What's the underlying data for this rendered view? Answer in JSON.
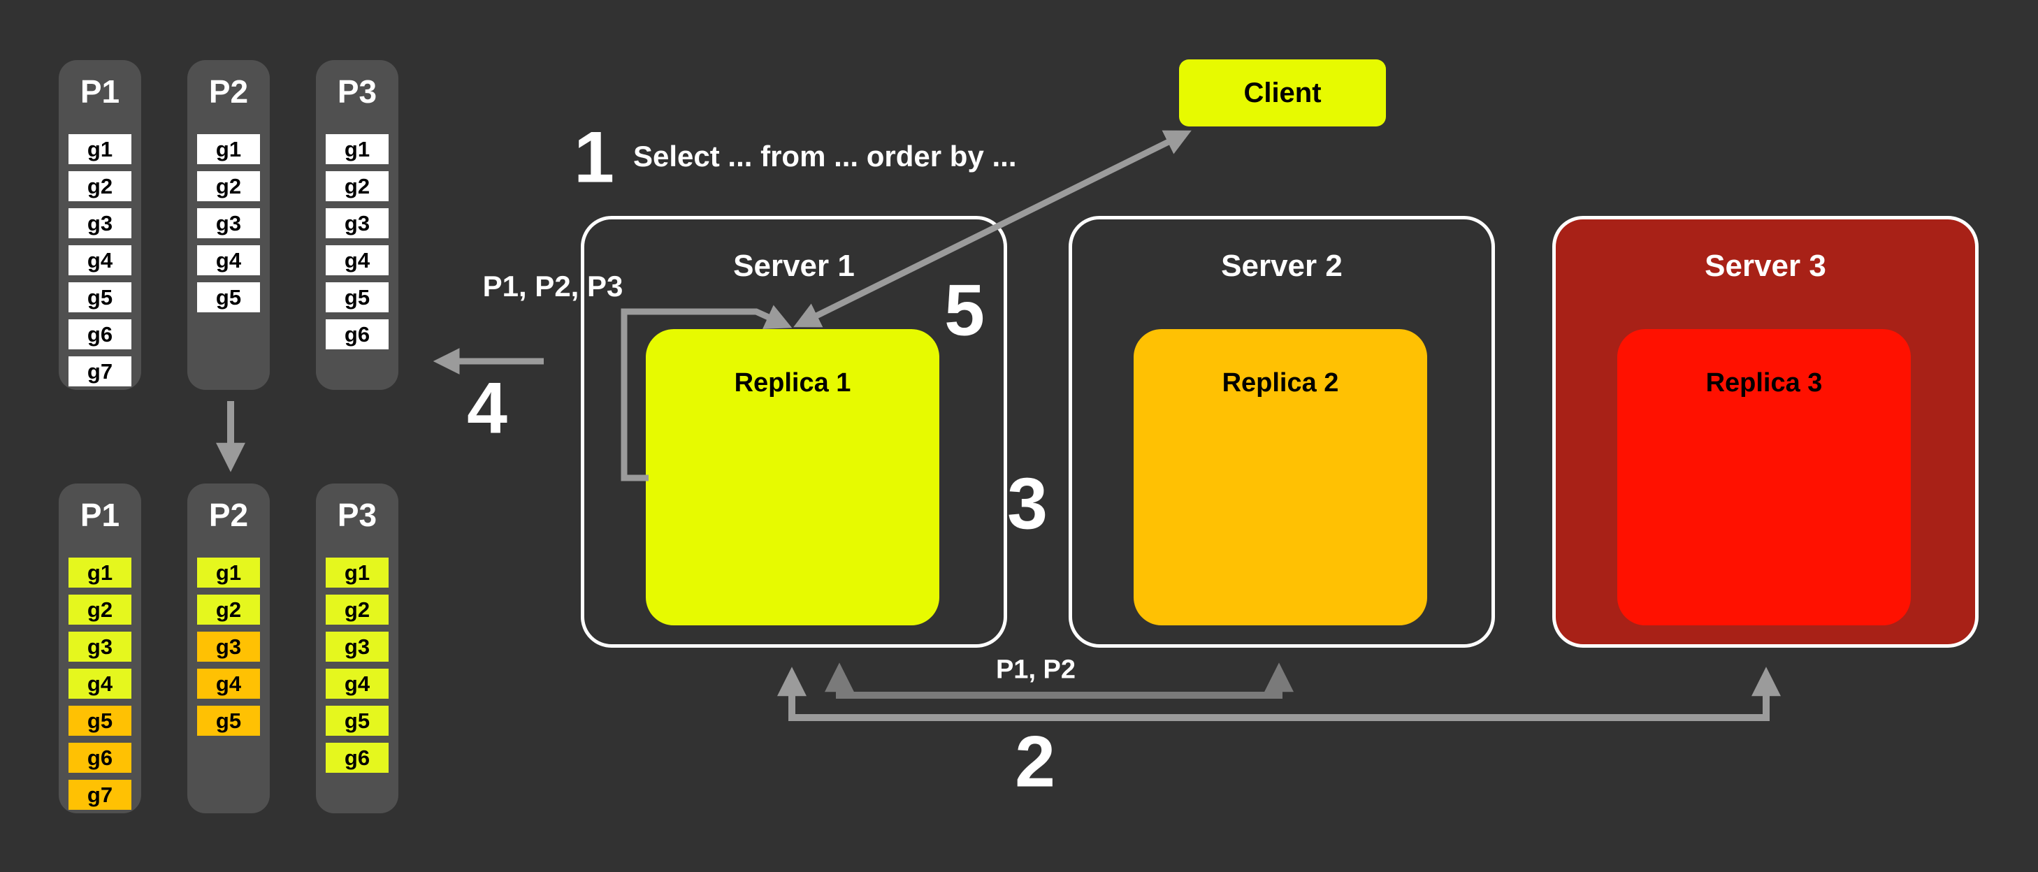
{
  "colors": {
    "background": "#323232",
    "column_bg": "#505050",
    "yellow": "#e7fa00",
    "chip_yellow": "#e5f71e",
    "amber": "#ffc103",
    "red": "#ff1100",
    "dark_red": "#a82117",
    "arrow_light": "#9b9b9b",
    "arrow_dark": "#7a7a7a"
  },
  "client": {
    "label": "Client"
  },
  "steps": {
    "one": "1",
    "two": "2",
    "three": "3",
    "four": "4",
    "five": "5"
  },
  "annotations": {
    "query": "Select ... from ... order by ...",
    "server1_partitions": "P1, P2, P3",
    "step2_partitions": "P1, P2"
  },
  "servers": [
    {
      "title": "Server 1",
      "replica_label": "Replica 1"
    },
    {
      "title": "Server 2",
      "replica_label": "Replica 2"
    },
    {
      "title": "Server 3",
      "replica_label": "Replica 3"
    }
  ],
  "partition_groups": [
    {
      "name": "top",
      "columns": [
        {
          "label": "P1",
          "chips": [
            {
              "label": "g1",
              "color": "white"
            },
            {
              "label": "g2",
              "color": "white"
            },
            {
              "label": "g3",
              "color": "white"
            },
            {
              "label": "g4",
              "color": "white"
            },
            {
              "label": "g5",
              "color": "white"
            },
            {
              "label": "g6",
              "color": "white"
            },
            {
              "label": "g7",
              "color": "white"
            }
          ]
        },
        {
          "label": "P2",
          "chips": [
            {
              "label": "g1",
              "color": "white"
            },
            {
              "label": "g2",
              "color": "white"
            },
            {
              "label": "g3",
              "color": "white"
            },
            {
              "label": "g4",
              "color": "white"
            },
            {
              "label": "g5",
              "color": "white"
            }
          ]
        },
        {
          "label": "P3",
          "chips": [
            {
              "label": "g1",
              "color": "white"
            },
            {
              "label": "g2",
              "color": "white"
            },
            {
              "label": "g3",
              "color": "white"
            },
            {
              "label": "g4",
              "color": "white"
            },
            {
              "label": "g5",
              "color": "white"
            },
            {
              "label": "g6",
              "color": "white"
            }
          ]
        }
      ]
    },
    {
      "name": "bottom",
      "columns": [
        {
          "label": "P1",
          "chips": [
            {
              "label": "g1",
              "color": "yellow"
            },
            {
              "label": "g2",
              "color": "yellow"
            },
            {
              "label": "g3",
              "color": "yellow"
            },
            {
              "label": "g4",
              "color": "yellow"
            },
            {
              "label": "g5",
              "color": "orange"
            },
            {
              "label": "g6",
              "color": "orange"
            },
            {
              "label": "g7",
              "color": "orange"
            }
          ]
        },
        {
          "label": "P2",
          "chips": [
            {
              "label": "g1",
              "color": "yellow"
            },
            {
              "label": "g2",
              "color": "yellow"
            },
            {
              "label": "g3",
              "color": "orange"
            },
            {
              "label": "g4",
              "color": "orange"
            },
            {
              "label": "g5",
              "color": "orange"
            }
          ]
        },
        {
          "label": "P3",
          "chips": [
            {
              "label": "g1",
              "color": "yellow"
            },
            {
              "label": "g2",
              "color": "yellow"
            },
            {
              "label": "g3",
              "color": "yellow"
            },
            {
              "label": "g4",
              "color": "yellow"
            },
            {
              "label": "g5",
              "color": "yellow"
            },
            {
              "label": "g6",
              "color": "yellow"
            }
          ]
        }
      ]
    }
  ]
}
